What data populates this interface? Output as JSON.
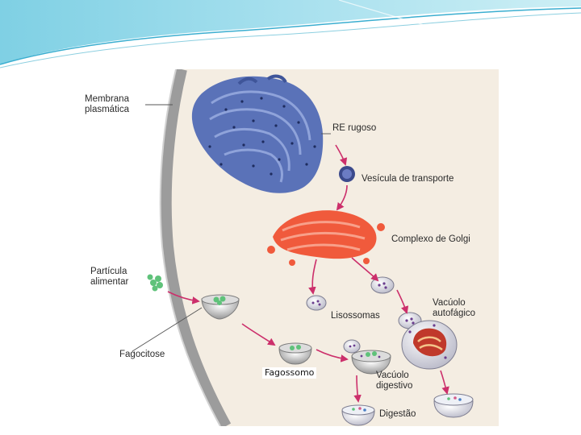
{
  "diagram": {
    "labels": {
      "membrana": "Membrana\nplasmática",
      "re_rugoso": "RE rugoso",
      "vesicula": "Vesícula de transporte",
      "golgi": "Complexo de Golgi",
      "particula": "Partícula\nalimentar",
      "vacuolo_autofagico": "Vacúolo\nautofágico",
      "lisossomas": "Lisossomas",
      "fagocitose": "Fagocitose",
      "fagossomo": "Fagossomo",
      "vacuolo_digestivo": "Vacúolo\ndigestivo",
      "digestao": "Digestão"
    },
    "colors": {
      "cytoplasm": "#f4ede2",
      "membrane": "#9c9c9c",
      "re": "#5a72b8",
      "golgi": "#f05a3c",
      "arrow": "#cc2f6b",
      "particle": "#5fc27a"
    }
  }
}
